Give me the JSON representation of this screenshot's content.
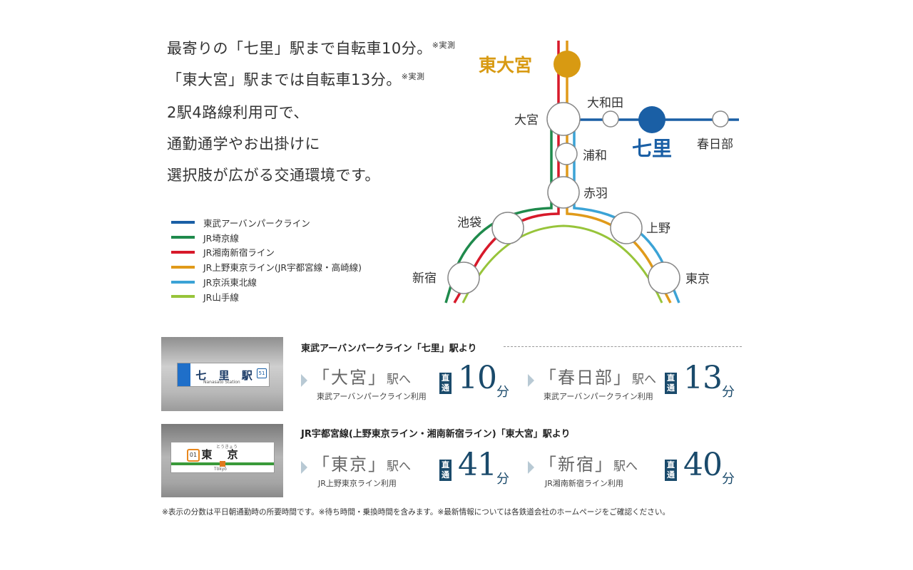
{
  "intro": {
    "line1": "最寄りの「七里」駅まで自転車10分。",
    "line1_note": "※実測",
    "line2": "「東大宮」駅までは自転車13分。",
    "line2_note": "※実測",
    "line3": "2駅4路線利用可で、",
    "line4": "通勤通学やお出掛けに",
    "line5": "選択肢が広がる交通環境です。"
  },
  "legend": [
    {
      "label": "東武アーバンパークライン",
      "color": "#1a5fa5"
    },
    {
      "label": "JR埼京線",
      "color": "#1f8a4c"
    },
    {
      "label": "JR湘南新宿ライン",
      "color": "#d7192a"
    },
    {
      "label": "JR上野東京ライン(JR宇都宮線・高崎線)",
      "color": "#e09a1a"
    },
    {
      "label": "JR京浜東北線",
      "color": "#3ba3d6"
    },
    {
      "label": "JR山手線",
      "color": "#97c43a"
    }
  ],
  "stations": {
    "higashi_omiya": "東大宮",
    "omiya": "大宮",
    "owada": "大和田",
    "nanasato": "七里",
    "kasukabe": "春日部",
    "urawa": "浦和",
    "akabane": "赤羽",
    "ikebukuro": "池袋",
    "ueno": "上野",
    "shinjuku": "新宿",
    "tokyo": "東京"
  },
  "photos": {
    "sign1_name": "七 里 駅",
    "sign1_roman": "Nanasato Station",
    "sign1_badge": "51",
    "sign2_name": "東 京",
    "sign2_roman": "Tōkyō",
    "sign2_num": "01",
    "sign2_sub": "とうきょう"
  },
  "routes": [
    {
      "title": "東武アーバンパークライン「七里」駅より",
      "items": [
        {
          "dest": "「大宮」",
          "suffix": "駅へ",
          "via": "東武アーバンパークライン利用",
          "direct": [
            "直",
            "通"
          ],
          "minutes": "10",
          "unit": "分"
        },
        {
          "dest": "「春日部」",
          "suffix": "駅へ",
          "via": "東武アーバンパークライン利用",
          "direct": [
            "直",
            "通"
          ],
          "minutes": "13",
          "unit": "分"
        }
      ]
    },
    {
      "title": "JR宇都宮線(上野東京ライン・湘南新宿ライン)「東大宮」駅より",
      "items": [
        {
          "dest": "「東京」",
          "suffix": "駅へ",
          "via": "JR上野東京ライン利用",
          "direct": [
            "直",
            "通"
          ],
          "minutes": "41",
          "unit": "分"
        },
        {
          "dest": "「新宿」",
          "suffix": "駅へ",
          "via": "JR湘南新宿ライン利用",
          "direct": [
            "直",
            "通"
          ],
          "minutes": "40",
          "unit": "分"
        }
      ]
    }
  ],
  "note": "※表示の分数は平日朝通勤時の所要時間です。※待ち時間・乗換時間を含みます。※最新情報については各鉄道会社のホームページをご確認ください。"
}
